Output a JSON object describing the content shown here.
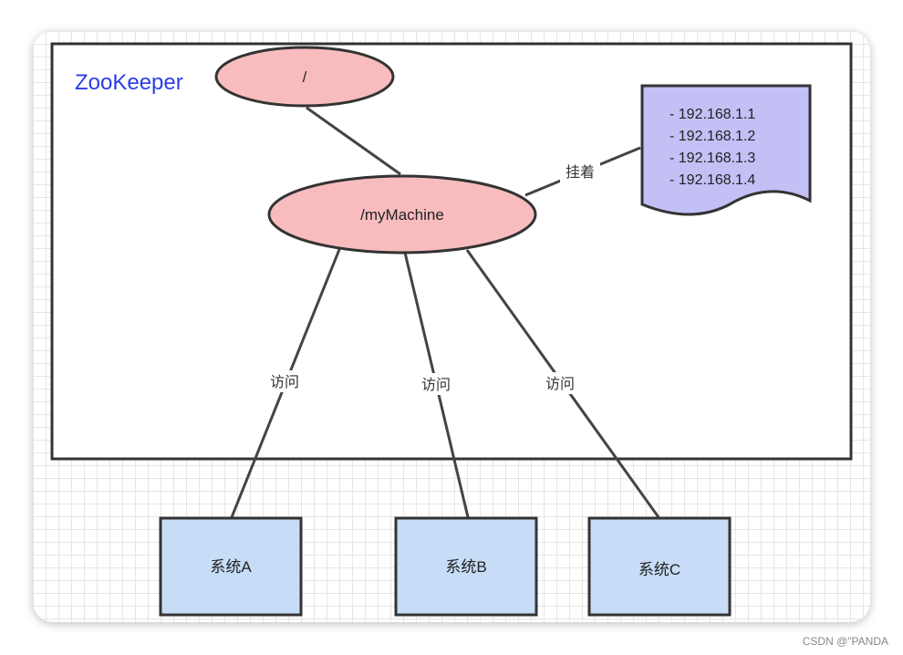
{
  "diagram": {
    "title": "ZooKeeper",
    "nodes": {
      "root": "/",
      "machine": "/myMachine",
      "system_a": "系统A",
      "system_b": "系统B",
      "system_c": "系统C"
    },
    "ip_list": [
      "- 192.168.1.1",
      "- 192.168.1.2",
      "- 192.168.1.3",
      "- 192.168.1.4"
    ],
    "edge_labels": {
      "attach": "挂着",
      "access_a": "访问",
      "access_b": "访问",
      "access_c": "访问"
    },
    "colors": {
      "ellipse_fill": "#f8bcbf",
      "box_fill": "#c6dcf7",
      "doc_fill": "#c3c0f6",
      "title": "#2b3de8",
      "stroke": "#333333"
    }
  },
  "watermark": "CSDN @\"PANDA"
}
